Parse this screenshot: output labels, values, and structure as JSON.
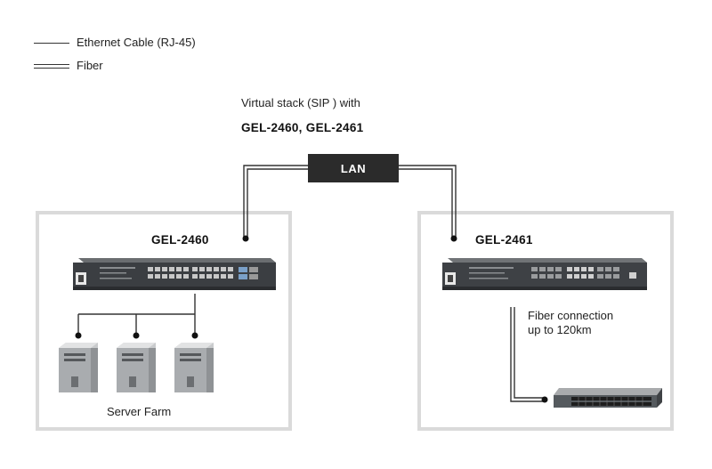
{
  "legend": {
    "ethernet_label": "Ethernet Cable (RJ-45)",
    "fiber_label": "Fiber"
  },
  "header": {
    "line1": "Virtual stack (SIP ) with",
    "line2": "GEL-2460, GEL-2461"
  },
  "lan": {
    "label": "LAN"
  },
  "left_panel": {
    "switch_label": "GEL-2460",
    "servers_label": "Server Farm"
  },
  "right_panel": {
    "switch_label": "GEL-2461",
    "fiber_note_line1": "Fiber connection",
    "fiber_note_line2": "up to 120km"
  },
  "colors": {
    "wire": "#333333",
    "panel_border": "#dadada",
    "lan_fill": "#2b2b2b"
  },
  "icons": [
    "network-switch-icon",
    "server-tower-icon",
    "remote-switch-icon"
  ]
}
